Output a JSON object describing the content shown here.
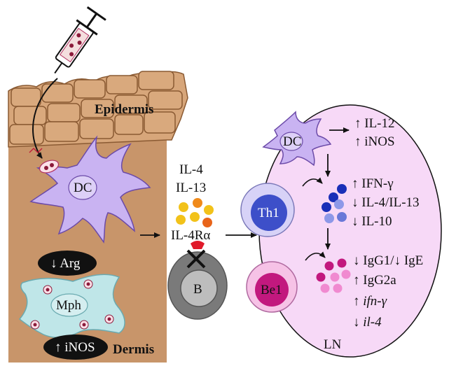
{
  "colors": {
    "skin_epidermis": "#d7a67a",
    "skin_dermis": "#c8956a",
    "dc_fill": "#c9b3f2",
    "mph_fill": "#bfe6e8",
    "ln_fill": "#f7d9f7",
    "th1_fill": "#3d4fc9",
    "be1_fill": "#c2187e",
    "b_cell": "#7a7a7a",
    "arrow": "#111111"
  },
  "labels": {
    "epidermis": "Epidermis",
    "dermis": "Dermis",
    "dc_skin": "DC",
    "dc_ln": "DC",
    "mph": "Mph",
    "arg": "↓ Arg",
    "inos_skin": "↑ iNOS",
    "il4": "IL-4",
    "il13": "IL-13",
    "il4ra": "IL-4Rα",
    "b_cell": "B",
    "th1": "Th1",
    "be1": "Be1",
    "ln": "LN",
    "dc_out_1": "↑ IL-12",
    "dc_out_2": "↑ iNOS",
    "th1_out_1": "↑ IFN-γ",
    "th1_out_2": "↓ IL-4/IL-13",
    "th1_out_3": "↓ IL-10",
    "be1_out_1": "↓ IgG1/↓ IgE",
    "be1_out_2": "↑ IgG2a",
    "be1_out_3": "↑ ifn-γ",
    "be1_out_4": "↓ il-4"
  }
}
